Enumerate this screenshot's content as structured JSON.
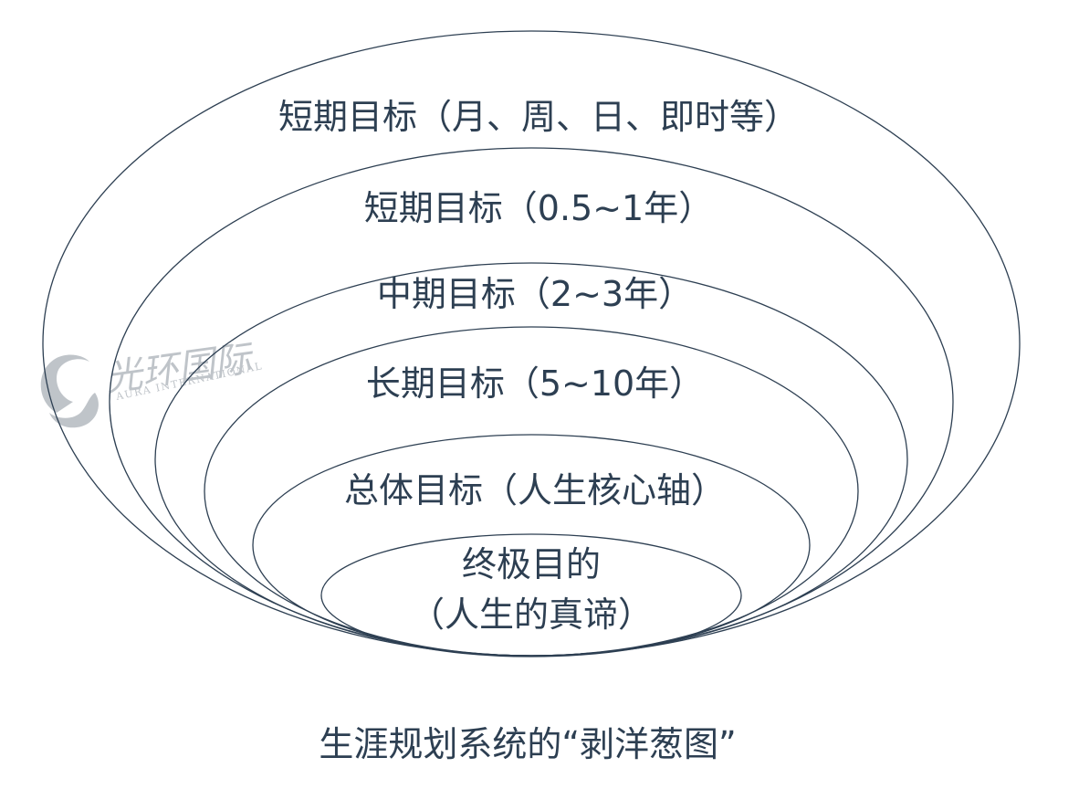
{
  "colors": {
    "line": "#2d3f52",
    "text": "#2d3f52",
    "watermark": "#b9bec4"
  },
  "layers": [
    {
      "label": "短期目标（月、周、日、即时等）"
    },
    {
      "label": "短期目标（0.5~1年）"
    },
    {
      "label": "中期目标（2~3年）"
    },
    {
      "label": "长期目标（5~10年）"
    },
    {
      "label": "总体目标（人生核心轴）"
    },
    {
      "label_line1": "终极目的",
      "label_line2": "（人生的真谛）"
    }
  ],
  "caption": "生涯规划系统的“剥洋葱图”",
  "watermark": {
    "logo_icon": "swirl-logo-icon",
    "cn": "光环国际",
    "en": "AURA INTERNATIONAL"
  }
}
